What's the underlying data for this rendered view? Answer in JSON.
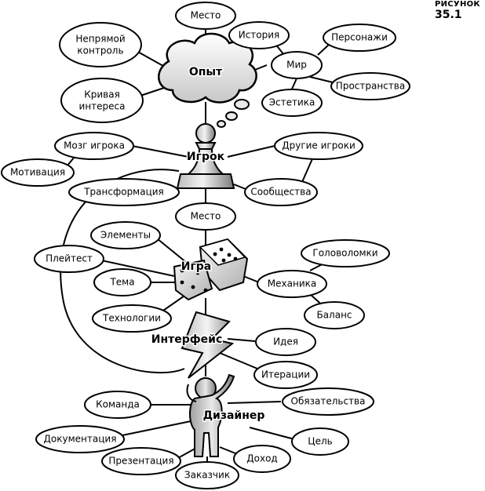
{
  "figure": {
    "label": "РИСУНОК",
    "number": "35.1"
  },
  "hubs": {
    "experience": "Опыт",
    "player": "Игрок",
    "game": "Игра",
    "interface": "Интерфейс",
    "designer": "Дизайнер"
  },
  "nodes": {
    "place_top": "Место",
    "indirect_control": "Непрямой контроль",
    "story": "История",
    "characters": "Персонажи",
    "world": "Мир",
    "spaces": "Пространства",
    "interest_curve": "Кривая интереса",
    "aesthetics": "Эстетика",
    "player_mind": "Мозг игрока",
    "other_players": "Другие игроки",
    "motivation": "Мотивация",
    "transformation": "Трансформация",
    "communities": "Сообщества",
    "place_mid": "Место",
    "elements": "Элементы",
    "playtest": "Плейтест",
    "puzzles": "Головоломки",
    "theme": "Тема",
    "mechanics": "Механика",
    "technology": "Технологии",
    "balance": "Баланс",
    "idea": "Идея",
    "iterations": "Итерации",
    "team": "Команда",
    "obligations": "Обязательства",
    "documentation": "Документация",
    "goal": "Цель",
    "presentation": "Презентация",
    "profit": "Доход",
    "client": "Заказчик"
  },
  "colors": {
    "ink": "#000000",
    "paper": "#ffffff",
    "gray_light": "#d9d9d9",
    "gray_mid": "#a6a6a6",
    "gray_dark": "#6e6e6e"
  }
}
